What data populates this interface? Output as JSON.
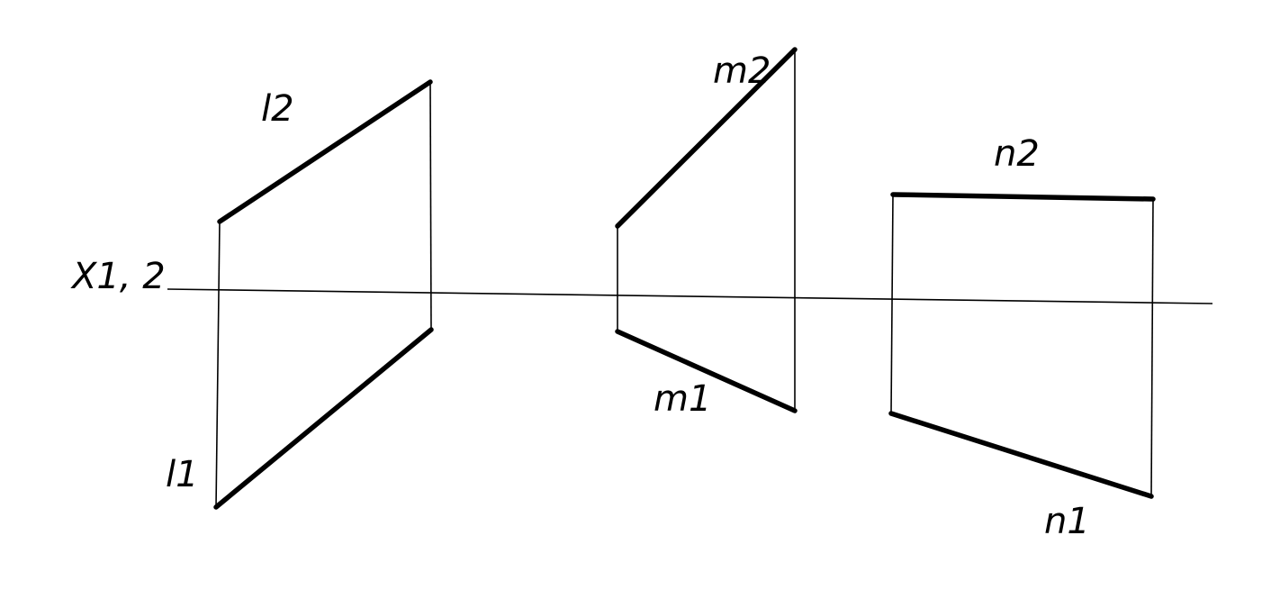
{
  "labels": {
    "axis": "X1, 2",
    "l2": "l2",
    "l1": "l1",
    "m2": "m2",
    "m1": "m1",
    "n2": "n2",
    "n1": "n1"
  }
}
